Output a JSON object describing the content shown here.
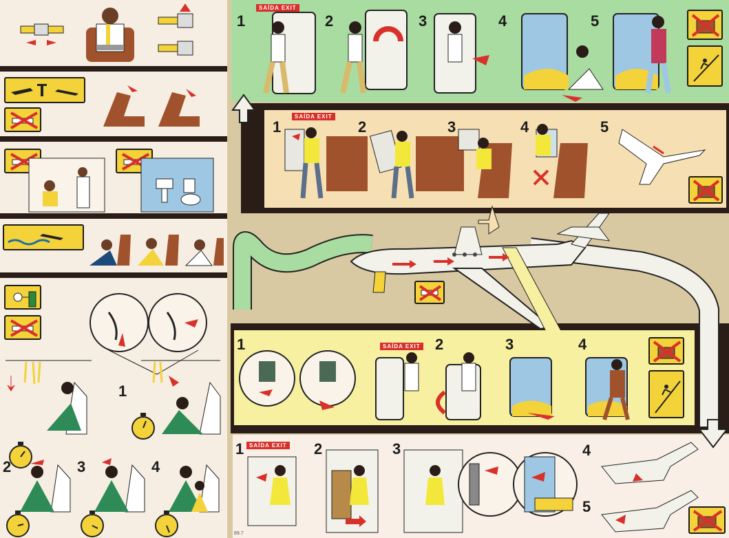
{
  "exit_sign_label": "SAÍDA EXIT",
  "green_panel": {
    "steps": [
      "1",
      "2",
      "3",
      "4",
      "5"
    ]
  },
  "peach_panel": {
    "steps": [
      "1",
      "2",
      "3",
      "4",
      "5"
    ]
  },
  "yellow_panel": {
    "steps": [
      "1",
      "2",
      "3",
      "4"
    ]
  },
  "bottom_panel": {
    "steps": [
      "1",
      "2",
      "3"
    ],
    "right_steps": [
      "4",
      "5"
    ]
  },
  "oxygen_panel": {
    "steps": [
      "1",
      "2",
      "3",
      "4"
    ]
  },
  "footer_code": "89.7",
  "colors": {
    "green": "#a9dca0",
    "peach": "#f6dfb3",
    "yellow": "#f6f0a0",
    "cream": "#f6eee2",
    "signal_yellow": "#f3d23a",
    "prohibit_red": "#d8302a",
    "chute": "#f2f2ea",
    "dark_frame": "#2a1d18"
  }
}
